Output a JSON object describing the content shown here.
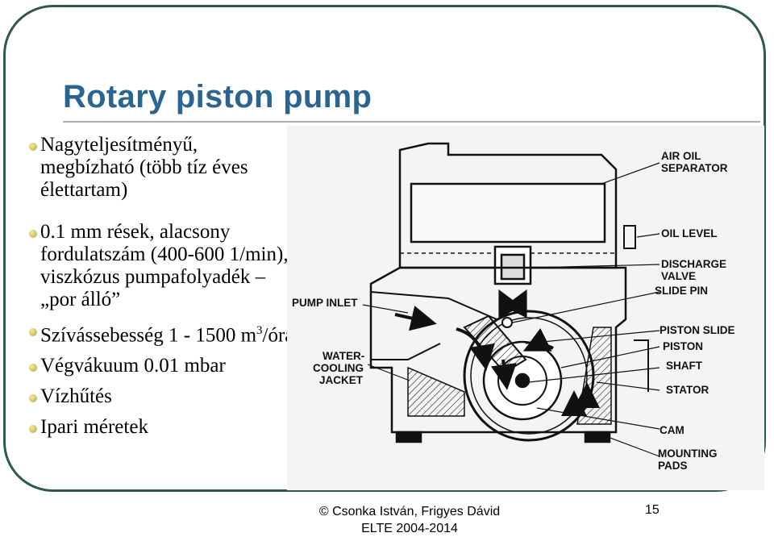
{
  "slide": {
    "title": "Rotary piston pump",
    "bullets": [
      {
        "text": "Nagyteljesítményű, megbízható (több tíz éves élettartam)"
      },
      {
        "text": "0.1 mm rések, alacsony fordulatszám (400-600 1/min), viszkózus pumpafolyadék – „por álló”"
      },
      {
        "text_before_sup": "Szívássebesség 1 - 1500 m",
        "sup": "3",
        "text_after_sup": "/óra"
      },
      {
        "text": "Végvákuum 0.01 mbar"
      },
      {
        "text": "Vízhűtés"
      },
      {
        "text": "Ipari méretek"
      }
    ],
    "footer": {
      "line1": "© Csonka István, Frigyes Dávid",
      "line2": "ELTE 2004-2014"
    },
    "page_number": "15"
  },
  "diagram": {
    "labels": {
      "air_oil_separator_1": "AIR OIL",
      "air_oil_separator_2": "SEPARATOR",
      "oil_level": "OIL LEVEL",
      "discharge_valve_1": "DISCHARGE",
      "discharge_valve_2": "VALVE",
      "slide_pin": "SLIDE PIN",
      "pump_inlet": "PUMP INLET",
      "piston_slide": "PISTON SLIDE",
      "piston": "PISTON",
      "water_cooling_1": "WATER-",
      "water_cooling_2": "COOLING",
      "water_cooling_3": "JACKET",
      "shaft": "SHAFT",
      "stator": "STATOR",
      "cam": "CAM",
      "mounting_pads_1": "MOUNTING",
      "mounting_pads_2": "PADS"
    }
  },
  "colors": {
    "title": "#2a6592",
    "frame": "#2e5a4c",
    "bullet": "#c9bb4a"
  }
}
